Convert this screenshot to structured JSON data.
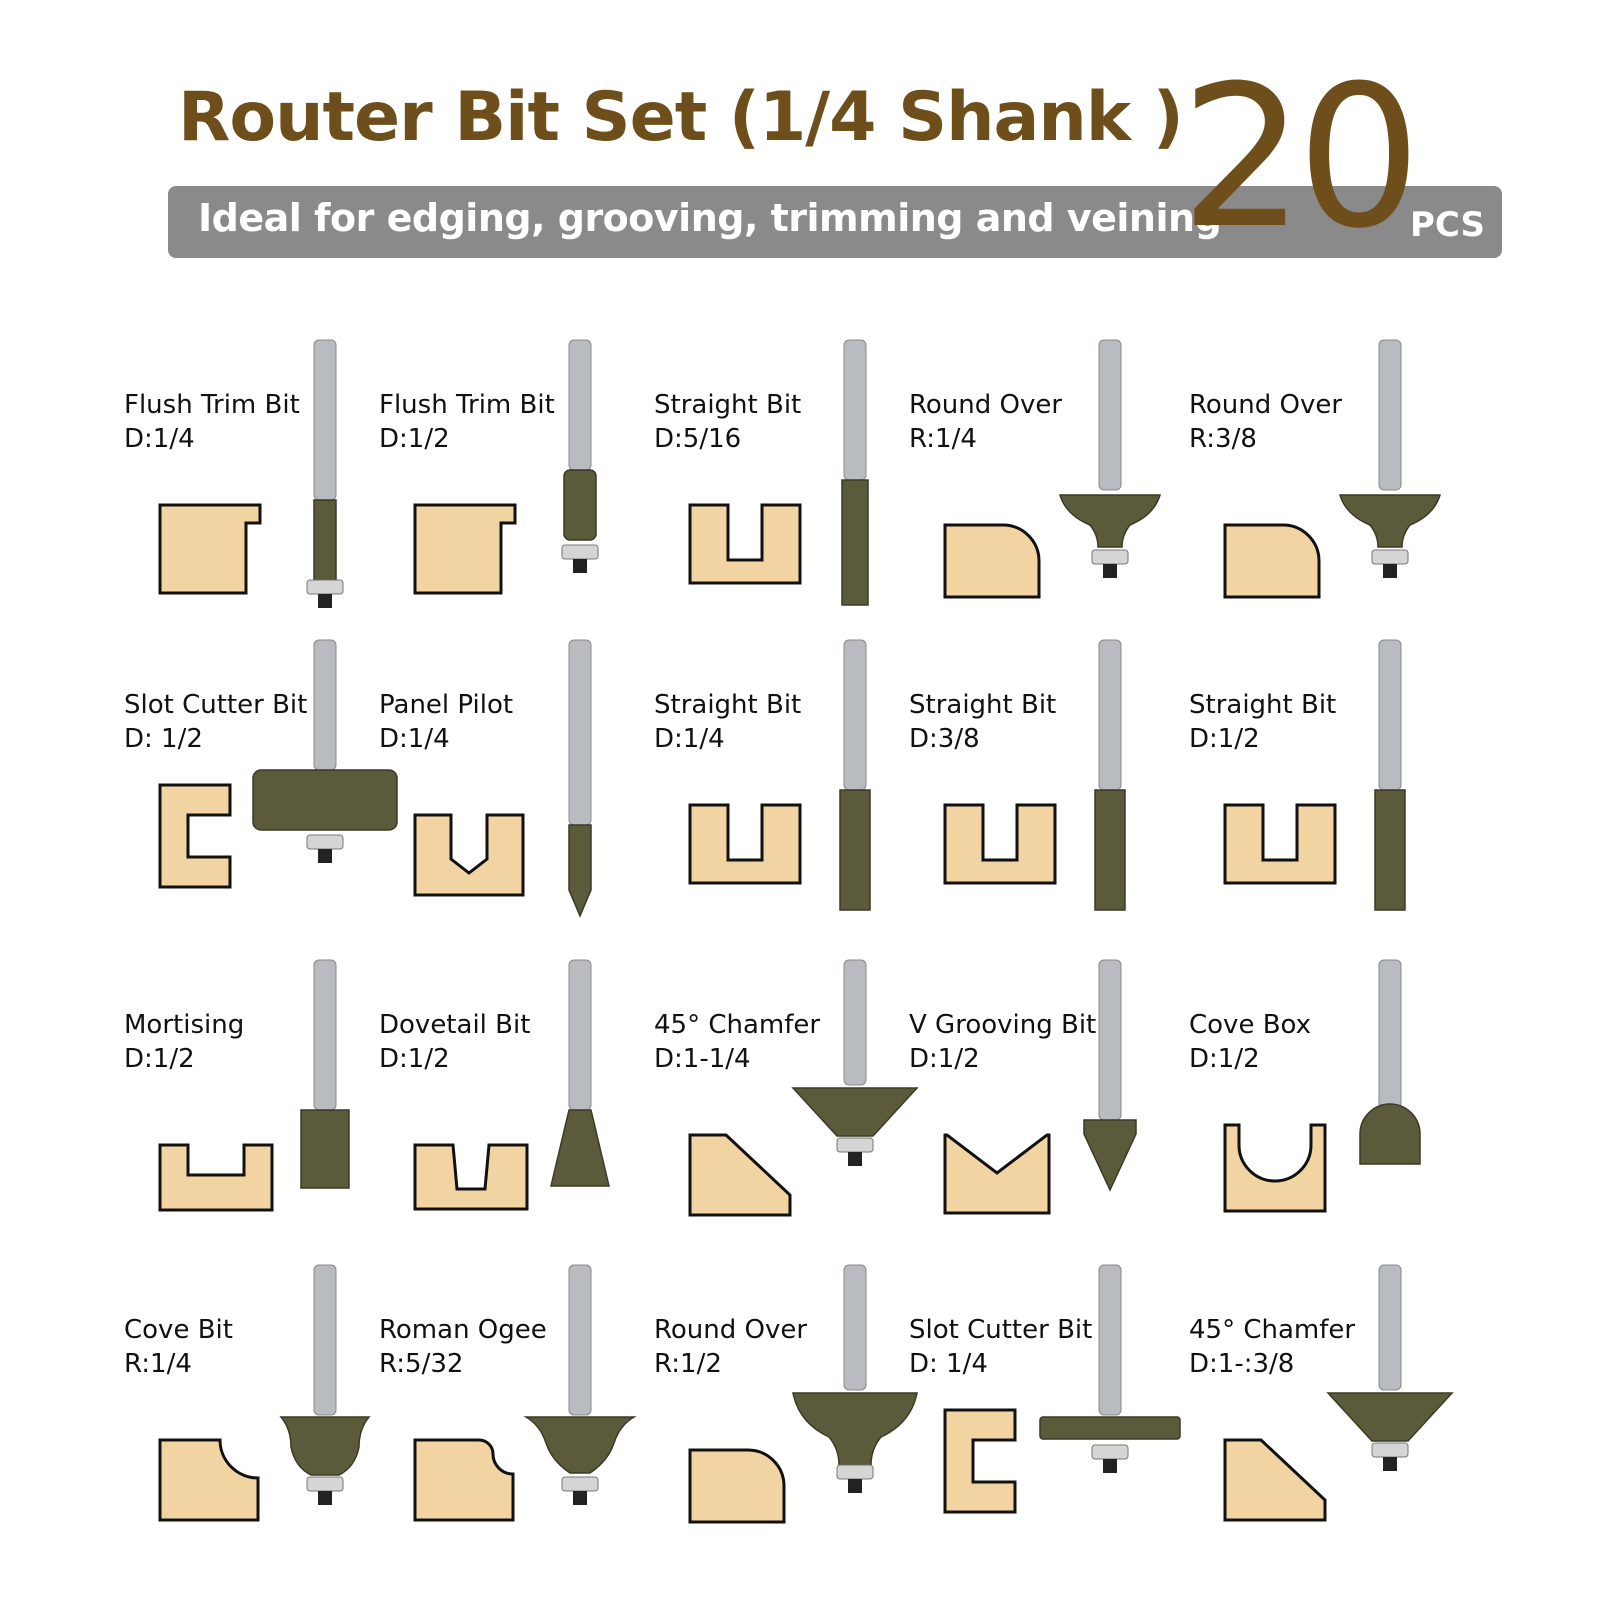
{
  "header": {
    "title": "Router Bit Set (1/4 Shank )",
    "subtitle": "Ideal for edging, grooving, trimming and veining",
    "count": "20",
    "count_unit": "PCS"
  },
  "colors": {
    "title_brown": "#6e4f1c",
    "banner_gray": "#8a8a8a",
    "wood": "#f2d4a2",
    "bit_green": "#5b5b3c",
    "shank_gray": "#b8bcc0"
  },
  "bits": [
    {
      "name": "Flush Trim Bit",
      "size": "D:1/4",
      "profile": "flush",
      "cutter": "flush"
    },
    {
      "name": "Flush Trim Bit",
      "size": "D:1/2",
      "profile": "flush",
      "cutter": "flush-wide"
    },
    {
      "name": "Straight Bit",
      "size": "D:5/16",
      "profile": "slot",
      "cutter": "straight-long"
    },
    {
      "name": "Round Over",
      "size": "R:1/4",
      "profile": "roundover",
      "cutter": "roundover"
    },
    {
      "name": "Round Over",
      "size": "R:3/8",
      "profile": "roundover",
      "cutter": "roundover"
    },
    {
      "name": "Slot Cutter Bit",
      "size": "D: 1/2",
      "profile": "side-slot",
      "cutter": "slot-cutter"
    },
    {
      "name": "Panel Pilot",
      "size": "D:1/4",
      "profile": "v-slot",
      "cutter": "panel-pilot"
    },
    {
      "name": "Straight Bit",
      "size": "D:1/4",
      "profile": "slot",
      "cutter": "straight"
    },
    {
      "name": "Straight Bit",
      "size": "D:3/8",
      "profile": "slot",
      "cutter": "straight"
    },
    {
      "name": "Straight Bit",
      "size": "D:1/2",
      "profile": "slot",
      "cutter": "straight"
    },
    {
      "name": "Mortising",
      "size": "D:1/2",
      "profile": "wide-slot",
      "cutter": "mortise"
    },
    {
      "name": "Dovetail Bit",
      "size": "D:1/2",
      "profile": "dovetail",
      "cutter": "dovetail"
    },
    {
      "name": "45° Chamfer",
      "size": "D:1-1/4",
      "profile": "chamfer",
      "cutter": "chamfer"
    },
    {
      "name": "V Grooving Bit",
      "size": "D:1/2",
      "profile": "v-groove",
      "cutter": "v-groove"
    },
    {
      "name": "Cove Box",
      "size": "D:1/2",
      "profile": "cove-box",
      "cutter": "cove-box"
    },
    {
      "name": "Cove Bit",
      "size": "R:1/4",
      "profile": "cove",
      "cutter": "cove"
    },
    {
      "name": "Roman Ogee",
      "size": "R:5/32",
      "profile": "ogee",
      "cutter": "ogee"
    },
    {
      "name": "Round Over",
      "size": "R:1/2",
      "profile": "roundover",
      "cutter": "roundover-big"
    },
    {
      "name": "Slot Cutter Bit",
      "size": "D: 1/4",
      "profile": "side-slot",
      "cutter": "slot-cutter-thin"
    },
    {
      "name": "45° Chamfer",
      "size": "D:1-:3/8",
      "profile": "chamfer",
      "cutter": "chamfer"
    }
  ]
}
